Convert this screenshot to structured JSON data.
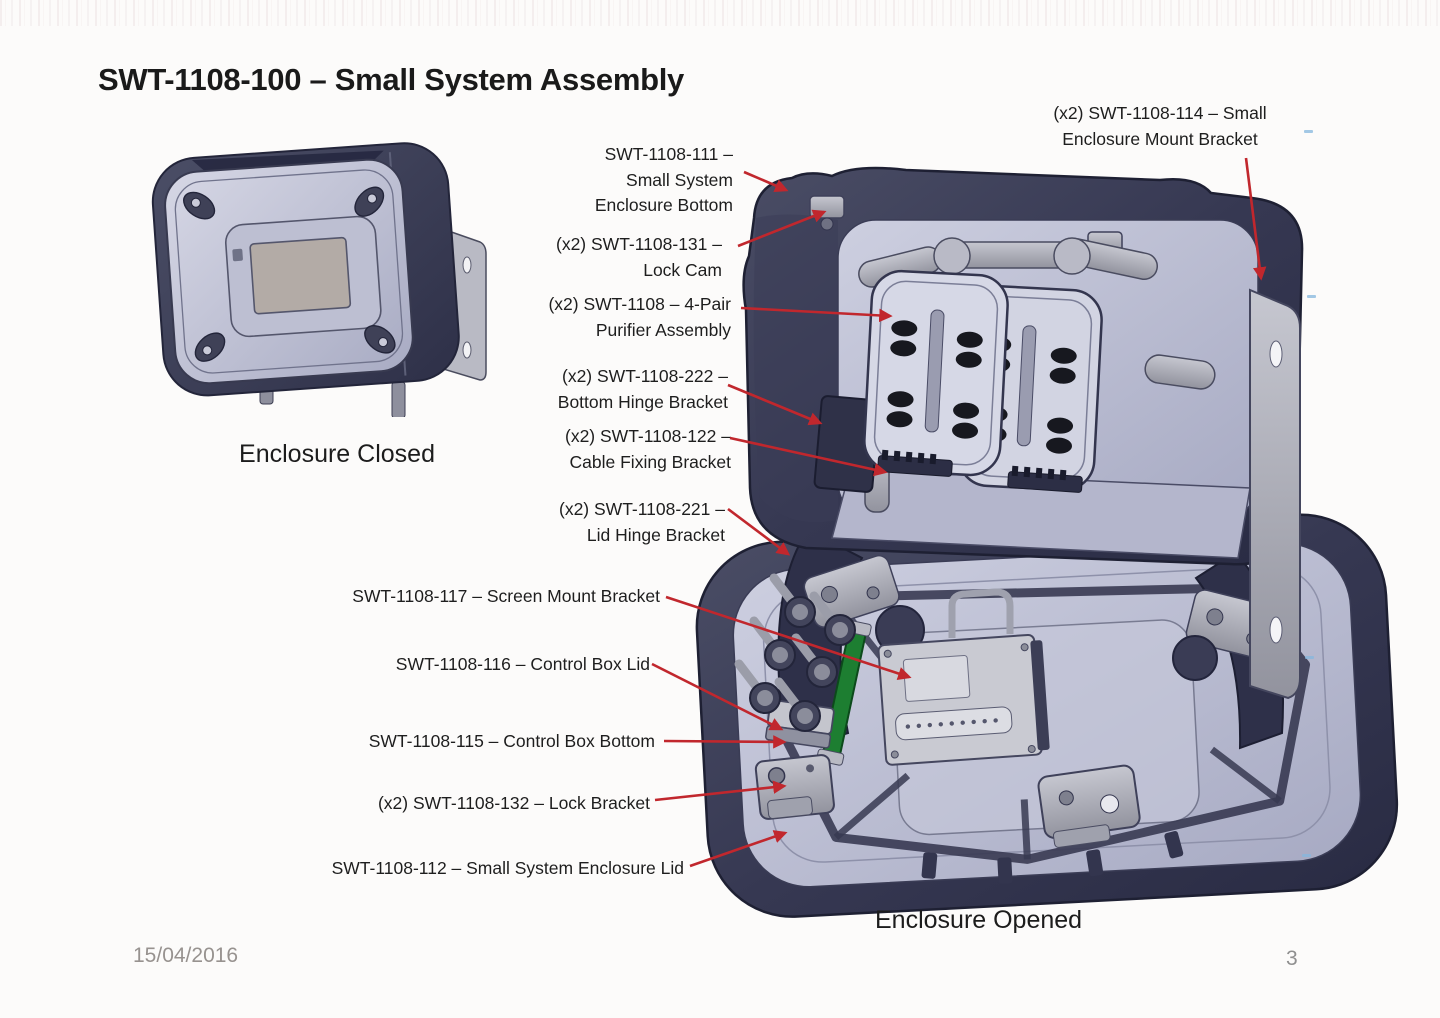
{
  "page": {
    "title": "SWT-1108-100 – Small System Assembly",
    "date": "15/04/2016",
    "page_number": "3"
  },
  "captions": {
    "closed": "Enclosure Closed",
    "opened": "Enclosure Opened"
  },
  "colors": {
    "arrow_red": "#c1272d",
    "label_text": "#1e1e1e",
    "muted_text": "#919191",
    "enclosure_dark": "#363852",
    "enclosure_light": "#c9cbdd",
    "metal_gray": "#b0b1bb",
    "pcb_green": "#1d7e31",
    "screen_gray": "#b3aba6"
  },
  "callouts": [
    {
      "label": "(x2) SWT-1108-114 – Small\nEnclosure Mount Bracket",
      "part": "small-enclosure-mount-bracket"
    },
    {
      "label": "SWT-1108-111 –\nSmall System\nEnclosure Bottom",
      "part": "small-system-enclosure-bottom"
    },
    {
      "label": "(x2) SWT-1108-131 –\nLock Cam",
      "part": "lock-cam"
    },
    {
      "label": "(x2) SWT-1108 – 4-Pair\nPurifier Assembly",
      "part": "4-pair-purifier-assembly"
    },
    {
      "label": "(x2) SWT-1108-222 –\nBottom Hinge Bracket",
      "part": "bottom-hinge-bracket"
    },
    {
      "label": "(x2) SWT-1108-122 –\nCable Fixing Bracket",
      "part": "cable-fixing-bracket"
    },
    {
      "label": "(x2) SWT-1108-221 –\nLid Hinge Bracket",
      "part": "lid-hinge-bracket"
    },
    {
      "label": "SWT-1108-117 – Screen Mount Bracket",
      "part": "screen-mount-bracket"
    },
    {
      "label": "SWT-1108-116 – Control Box Lid",
      "part": "control-box-lid"
    },
    {
      "label": "SWT-1108-115 – Control Box Bottom",
      "part": "control-box-bottom"
    },
    {
      "label": "(x2) SWT-1108-132 – Lock Bracket",
      "part": "lock-bracket"
    },
    {
      "label": "SWT-1108-112 – Small System Enclosure Lid",
      "part": "small-system-enclosure-lid"
    }
  ]
}
